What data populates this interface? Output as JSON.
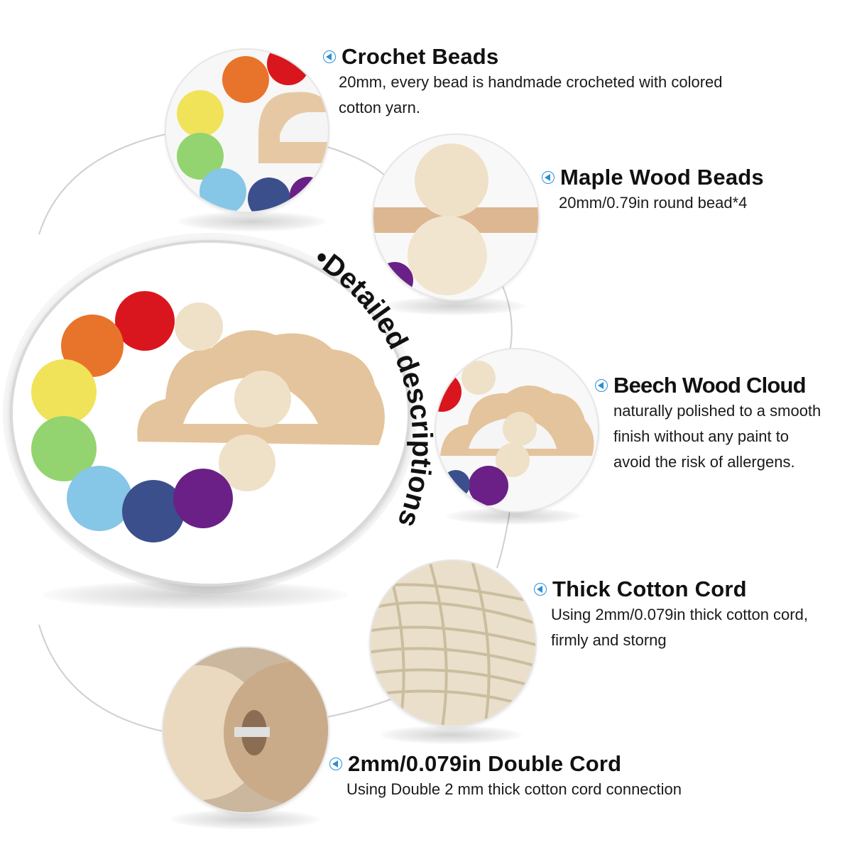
{
  "curved_heading": "•Detailed descriptions",
  "features": [
    {
      "title": "Crochet Beads",
      "desc_lines": [
        "20mm, every bead is handmade crocheted with colored",
        "cotton yarn."
      ]
    },
    {
      "title": "Maple Wood Beads",
      "desc_lines": [
        "20mm/0.79in round bead*4"
      ]
    },
    {
      "title": "Beech Wood Cloud",
      "desc_lines": [
        "naturally polished to a smooth",
        "finish without any paint to",
        "avoid the risk of  allergens."
      ]
    },
    {
      "title": "Thick Cotton Cord",
      "desc_lines": [
        "Using 2mm/0.079in thick cotton cord,",
        "firmly and storng"
      ]
    },
    {
      "title": "2mm/0.079in Double Cord",
      "desc_lines": [
        "Using Double 2 mm thick cotton cord connection"
      ]
    }
  ],
  "colors": {
    "arrow": "#2a8fd6",
    "wood": "#e8cba6",
    "bead_natural": "#efe0c8",
    "crochet": [
      "#d9161d",
      "#e8742b",
      "#f0e35a",
      "#93d470",
      "#86c6e6",
      "#3b4f8c",
      "#6a2086"
    ]
  }
}
